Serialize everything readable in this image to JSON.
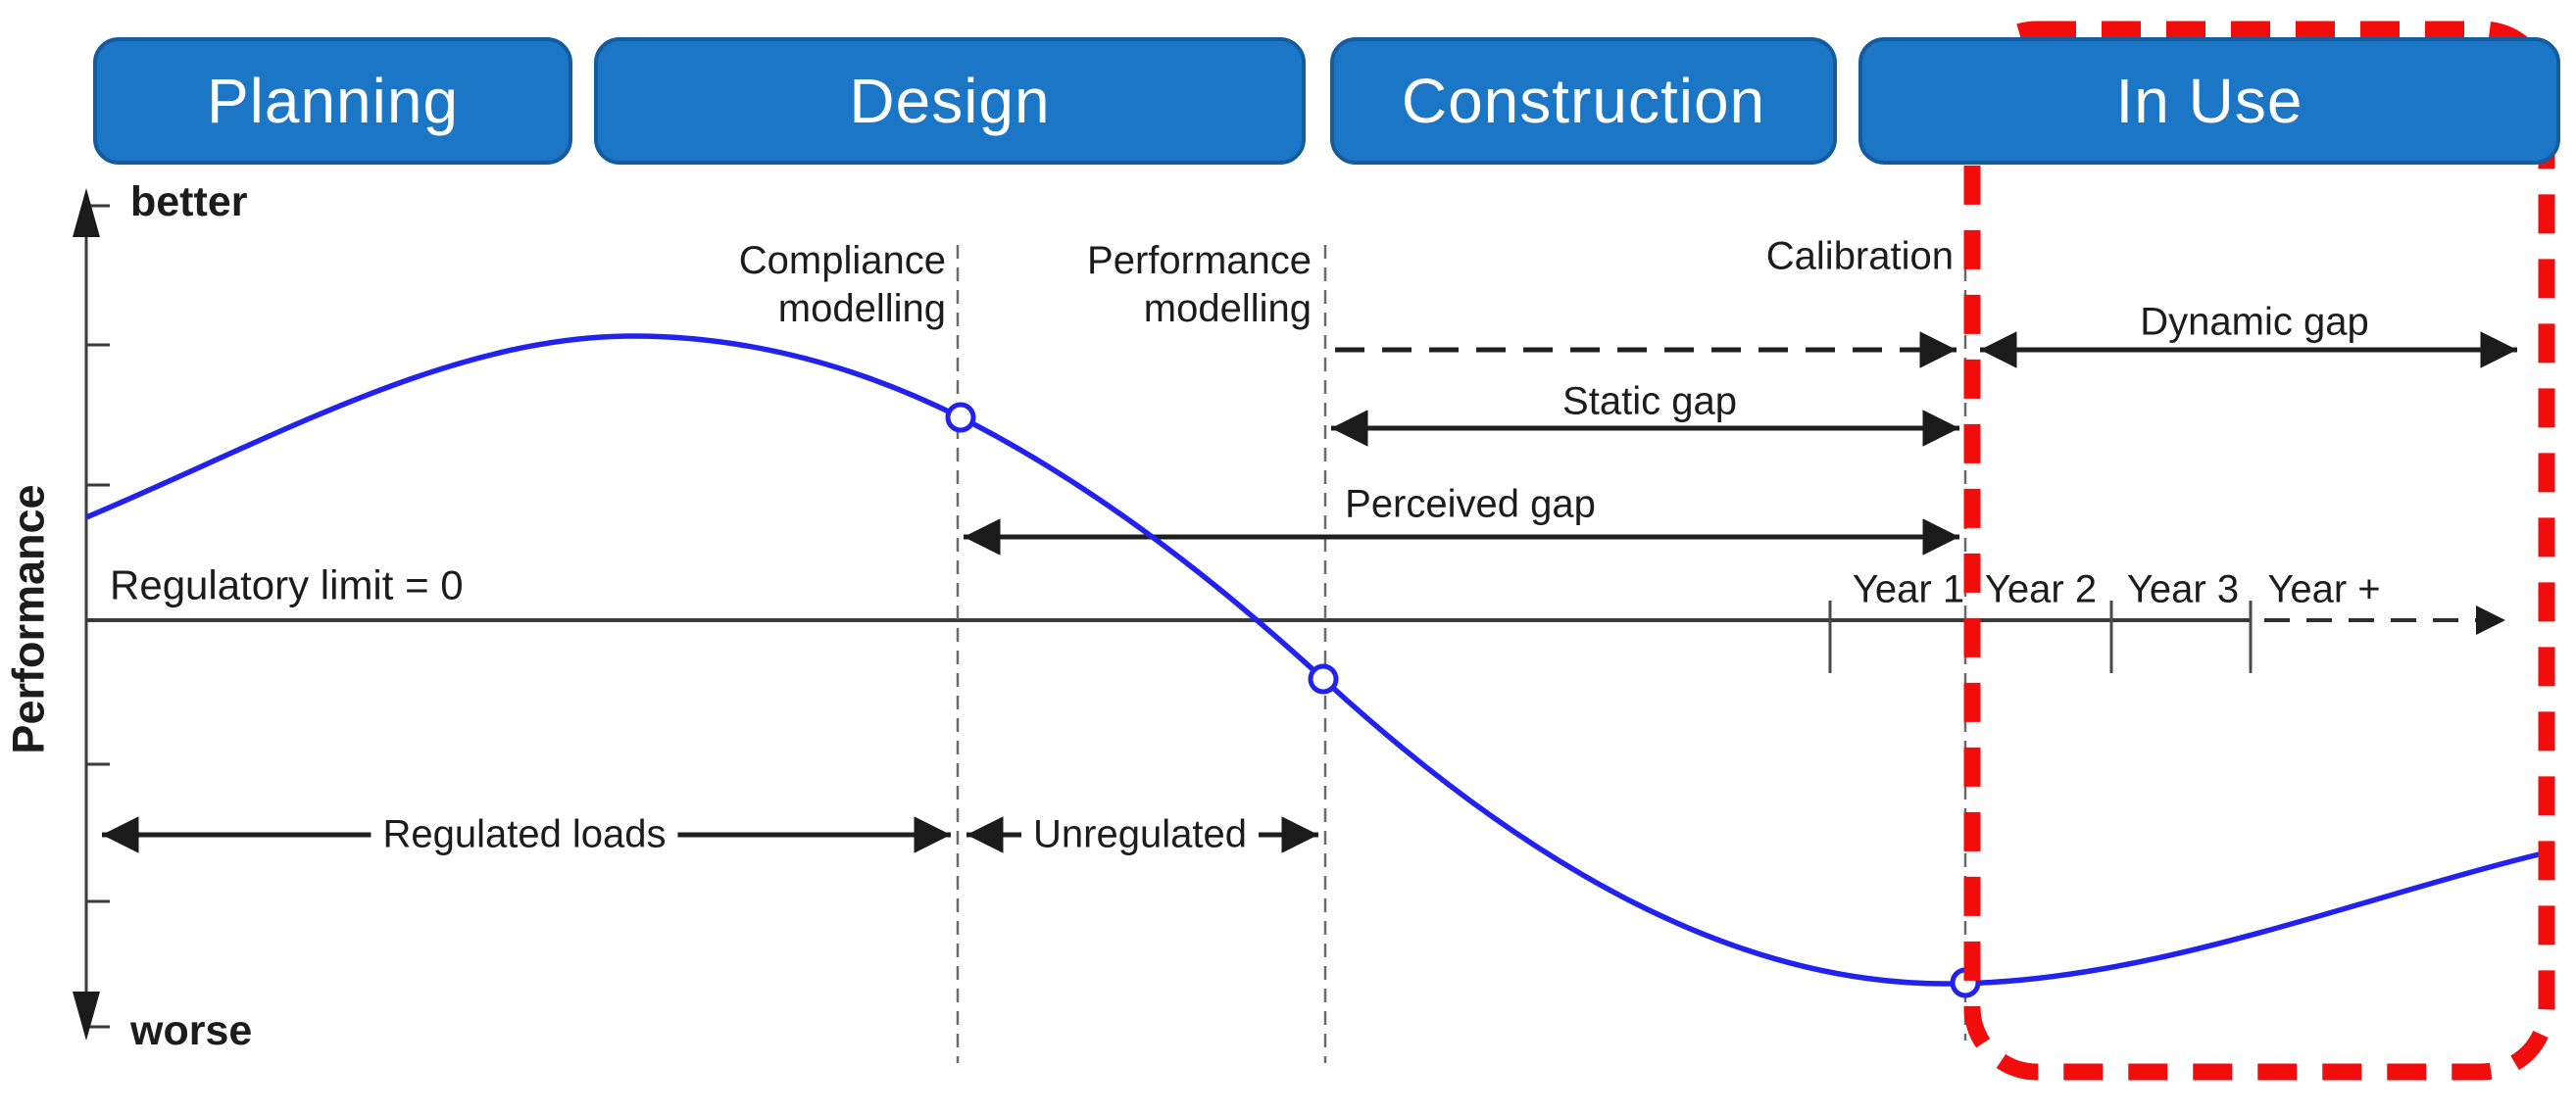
{
  "phases": [
    {
      "label": "Planning"
    },
    {
      "label": "Design"
    },
    {
      "label": "Construction"
    },
    {
      "label": "In Use"
    }
  ],
  "axis": {
    "top_label": "better",
    "bottom_label": "worse",
    "y_label": "Performance",
    "zero_label": "Regulatory limit = 0"
  },
  "annotations": {
    "compliance": "Compliance\nmodelling",
    "performance": "Performance\nmodelling",
    "calibration": "Calibration"
  },
  "gaps": {
    "dynamic": "Dynamic gap",
    "static": "Static gap",
    "perceived": "Perceived gap"
  },
  "timeline": {
    "years": [
      {
        "label": "Year 1"
      },
      {
        "label": "Year 2"
      },
      {
        "label": "Year 3"
      },
      {
        "label": "Year +"
      }
    ]
  },
  "loads": {
    "regulated": "Regulated loads",
    "unregulated": "Unregulated"
  },
  "colors": {
    "phase_blue": "#1b76c6",
    "phase_border": "#135c9e",
    "curve_blue": "#2222ee",
    "highlight_red": "#f20d0d",
    "line_dark": "#2e2e2e",
    "dashed_gray": "#6a6a6a"
  }
}
